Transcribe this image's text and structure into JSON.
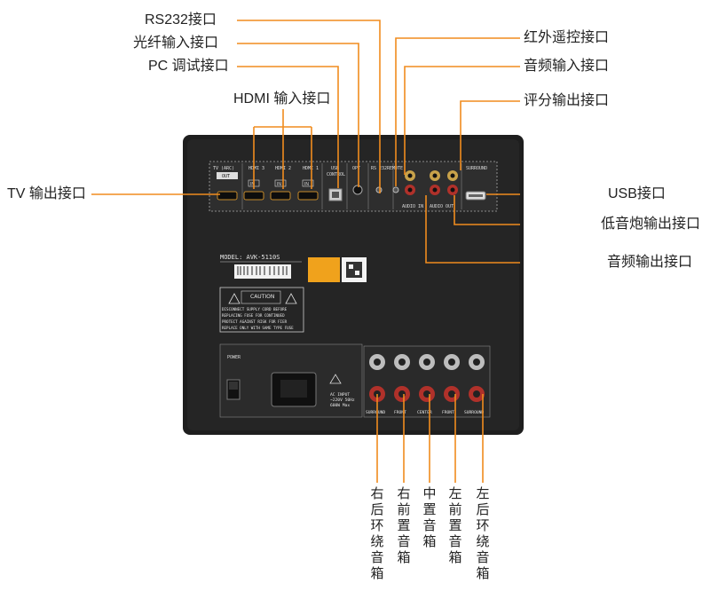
{
  "callouts_left": [
    {
      "id": "rs232",
      "label": "RS232接口"
    },
    {
      "id": "optical",
      "label": "光纤输入接口"
    },
    {
      "id": "pc",
      "label": "PC 调试接口"
    },
    {
      "id": "hdmi-in",
      "label": "HDMI 输入接口"
    },
    {
      "id": "tv-out",
      "label": "TV 输出接口"
    }
  ],
  "callouts_right": [
    {
      "id": "ir",
      "label": "红外遥控接口"
    },
    {
      "id": "audio-in",
      "label": "音频输入接口"
    },
    {
      "id": "score",
      "label": "评分输出接口"
    },
    {
      "id": "usb",
      "label": "USB接口"
    },
    {
      "id": "sub",
      "label": "低音炮输出接口"
    },
    {
      "id": "audio-out",
      "label": "音频输出接口"
    }
  ],
  "speaker_labels": [
    {
      "id": "sr",
      "label": "右后环绕音箱"
    },
    {
      "id": "fr",
      "label": "右前置音箱"
    },
    {
      "id": "c",
      "label": "中置音箱"
    },
    {
      "id": "fl",
      "label": "左前置音箱"
    },
    {
      "id": "sl",
      "label": "左后环绕音箱"
    }
  ],
  "panel": {
    "top_ports": [
      "TV (ARC)",
      "HDMI 3",
      "HDMI 2",
      "HDMI 1",
      "USB",
      "OPT",
      "RS 232",
      "REMOTE",
      "SURROUND"
    ],
    "tv_out": "OUT",
    "usb_sub": "CONTROL",
    "audio_in": "AUDIO IN",
    "audio_out": "AUDIO OUT",
    "hdmi_marks": [
      "IN",
      "IN",
      "IN"
    ],
    "model": "MODEL: AVK-5110S",
    "caution": "CAUTION",
    "warning_lines": [
      "DISCONNECT SUPPLY CORD BEFORE",
      "REPLACING FUSE FOR CONTINUED",
      "PROTECT AGAINST RISK FOR FIER",
      "REPLACE ONLY WITH SAME TYPE FUSE"
    ],
    "power": "POWER",
    "ac_lines": [
      "AC INPUT",
      "~220V 50Hz",
      "600W Max"
    ],
    "speaker_terms": [
      "SURROUND",
      "FRONT",
      "CENTER",
      "FRONT",
      "SURROUND"
    ]
  },
  "colors": {
    "accent": "#f08c1e",
    "panel": "#1c1c1c",
    "text": "#222222"
  }
}
